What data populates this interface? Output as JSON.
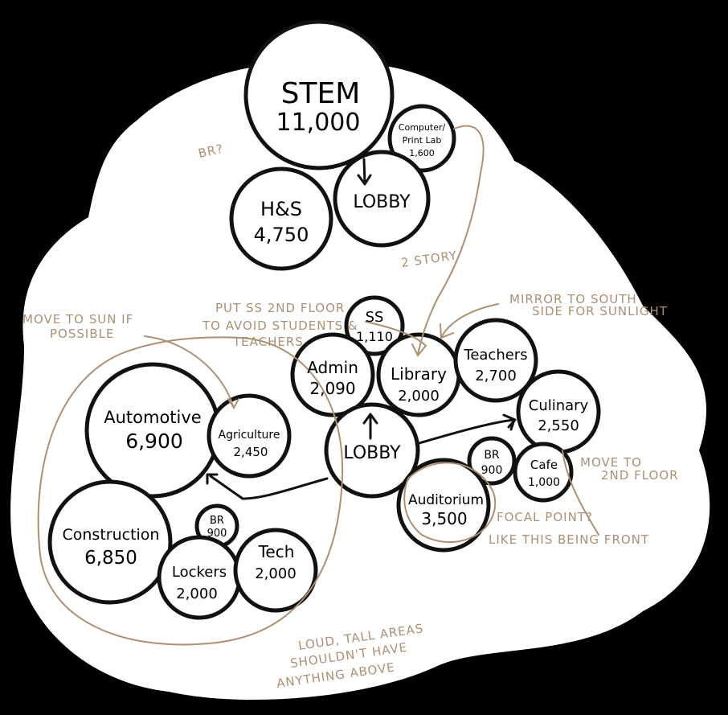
{
  "colors": {
    "background": "#000000",
    "paper": "#ffffff",
    "ink": "#111111",
    "annotation": "#ac9076"
  },
  "rooms": {
    "stem": {
      "name": "STEM",
      "area": "11,000"
    },
    "computer_lab": {
      "name": "Computer/ Print Lab",
      "area": "1,600"
    },
    "hs": {
      "name": "H&S",
      "area": "4,750"
    },
    "lobby_top": {
      "name": "LOBBY"
    },
    "ss": {
      "name": "SS",
      "area": "1,110"
    },
    "admin": {
      "name": "Admin",
      "area": "2,090"
    },
    "library": {
      "name": "Library",
      "area": "2,000"
    },
    "teachers": {
      "name": "Teachers",
      "area": "2,700"
    },
    "culinary": {
      "name": "Culinary",
      "area": "2,550"
    },
    "lobby_main": {
      "name": "LOBBY"
    },
    "br_right": {
      "name": "BR",
      "area": "900"
    },
    "cafe": {
      "name": "Cafe",
      "area": "1,000"
    },
    "auditorium": {
      "name": "Auditorium",
      "area": "3,500"
    },
    "automotive": {
      "name": "Automotive",
      "area": "6,900"
    },
    "agriculture": {
      "name": "Agriculture",
      "area": "2,450"
    },
    "construction": {
      "name": "Construction",
      "area": "6,850"
    },
    "br_left": {
      "name": "BR",
      "area": "900"
    },
    "lockers": {
      "name": "Lockers",
      "area": "2,000"
    },
    "tech": {
      "name": "Tech",
      "area": "2,000"
    }
  },
  "notes": {
    "br_question": "BR?",
    "two_story": "2 STORY",
    "move_sun_1": "MOVE TO SUN IF",
    "move_sun_2": "POSSIBLE",
    "put_ss_1": "PUT SS 2ND FLOOR",
    "put_ss_2": "TO AVOID STUDENTS &",
    "put_ss_3": "TEACHERS",
    "mirror_1": "MIRROR TO SOUTH",
    "mirror_2": "SIDE FOR SUNLIGHT",
    "move_2nd_1": "MOVE TO",
    "move_2nd_2": "2ND FLOOR",
    "focal_1": "FOCAL POINT?",
    "focal_2": "LIKE THIS BEING FRONT",
    "loud_1": "LOUD, TALL AREAS",
    "loud_2": "SHOULDN'T HAVE",
    "loud_3": "ANYTHING ABOVE"
  }
}
